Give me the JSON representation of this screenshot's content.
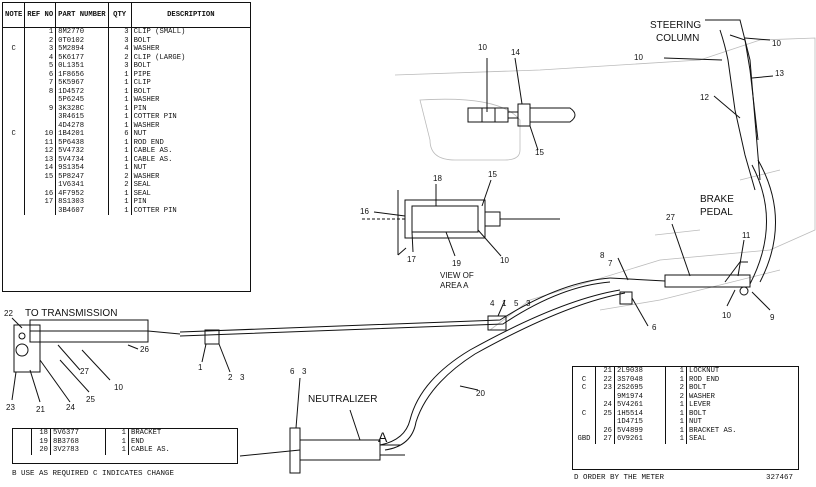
{
  "main_table": {
    "headers": [
      "NOTE",
      "REF NO",
      "PART NUMBER",
      "QTY",
      "DESCRIPTION"
    ],
    "rows": [
      [
        "",
        "1",
        "8M2770",
        "3",
        "CLIP (SMALL)"
      ],
      [
        "",
        "2",
        "0T0102",
        "3",
        "BOLT"
      ],
      [
        "C",
        "3",
        "5M2894",
        "4",
        "WASHER"
      ],
      [
        "",
        "4",
        "5K6177",
        "2",
        "CLIP (LARGE)"
      ],
      [
        "",
        "5",
        "0L1351",
        "3",
        "BOLT"
      ],
      [
        "",
        "6",
        "1F8656",
        "1",
        "PIPE"
      ],
      [
        "",
        "7",
        "5K5967",
        "1",
        "CLIP"
      ],
      [
        "",
        "8",
        "1D4572",
        "1",
        "BOLT"
      ],
      [
        "",
        "",
        "5P6245",
        "1",
        "WASHER"
      ],
      [
        "",
        "9",
        "3K328C",
        "1",
        "PIN"
      ],
      [
        "",
        "",
        "3R4615",
        "1",
        "COTTER PIN"
      ],
      [
        "",
        "",
        "4D4278",
        "1",
        "WASHER"
      ],
      [
        "C",
        "10",
        "1B4201",
        "6",
        "NUT"
      ],
      [
        "",
        "11",
        "5P6438",
        "1",
        "ROD END"
      ],
      [
        "",
        "12",
        "5V4732",
        "1",
        "CABLE AS."
      ],
      [
        "",
        "13",
        "5V4734",
        "1",
        "CABLE AS."
      ],
      [
        "",
        "14",
        "9S1354",
        "1",
        "NUT"
      ],
      [
        "",
        "15",
        "5P8247",
        "2",
        "WASHER"
      ],
      [
        "",
        "",
        "1V6341",
        "2",
        "SEAL"
      ],
      [
        "",
        "16",
        "4F7952",
        "1",
        "SEAL"
      ],
      [
        "",
        "17",
        "8S1303",
        "1",
        "PIN"
      ],
      [
        "",
        "",
        "3B4607",
        "1",
        "COTTER PIN"
      ]
    ]
  },
  "bottom_left_table": {
    "rows": [
      [
        "",
        "18",
        "5V6377",
        "1",
        "BRACKET"
      ],
      [
        "",
        "19",
        "8B3768",
        "1",
        "END"
      ],
      [
        "",
        "20",
        "3V2783",
        "1",
        "CABLE AS."
      ]
    ]
  },
  "bottom_right_table": {
    "rows": [
      [
        "",
        "21",
        "2L9038",
        "1",
        "LOCKNUT"
      ],
      [
        "C",
        "22",
        "3S7048",
        "1",
        "ROD END"
      ],
      [
        "C",
        "23",
        "2S2695",
        "2",
        "BOLT"
      ],
      [
        "",
        "",
        "9M1974",
        "2",
        "WASHER"
      ],
      [
        "",
        "24",
        "5V4261",
        "1",
        "LEVER"
      ],
      [
        "C",
        "25",
        "1H5514",
        "1",
        "BOLT"
      ],
      [
        "",
        "",
        "1D4715",
        "1",
        "NUT"
      ],
      [
        "",
        "26",
        "5V4899",
        "1",
        "BRACKET AS."
      ],
      [
        "GBD",
        "27",
        "6V9261",
        "1",
        "SEAL"
      ]
    ]
  },
  "footnotes": {
    "left": "B  USE AS REQUIRED     C  INDICATES CHANGE",
    "right": "D  ORDER BY THE METER",
    "drawing_number": "327467"
  },
  "labels": {
    "to_transmission": "TO TRANSMISSION",
    "steering_column": "STEERING COLUMN",
    "steering_line1": "STEERING",
    "steering_line2": "COLUMN",
    "brake_line1": "BRAKE",
    "brake_line2": "PEDAL",
    "neutralizer": "NEUTRALIZER",
    "view_line1": "VIEW OF",
    "view_line2": "AREA A",
    "area_marker": "A"
  },
  "callouts": [
    "10",
    "14",
    "15",
    "18",
    "15",
    "16",
    "17",
    "19",
    "10",
    "10",
    "10",
    "13",
    "12",
    "27",
    "11",
    "8",
    "7",
    "10",
    "9",
    "4",
    "1",
    "5",
    "3",
    "6",
    "22",
    "26",
    "27",
    "10",
    "25",
    "24",
    "21",
    "23",
    "1",
    "2",
    "3",
    "6",
    "3",
    "20"
  ]
}
